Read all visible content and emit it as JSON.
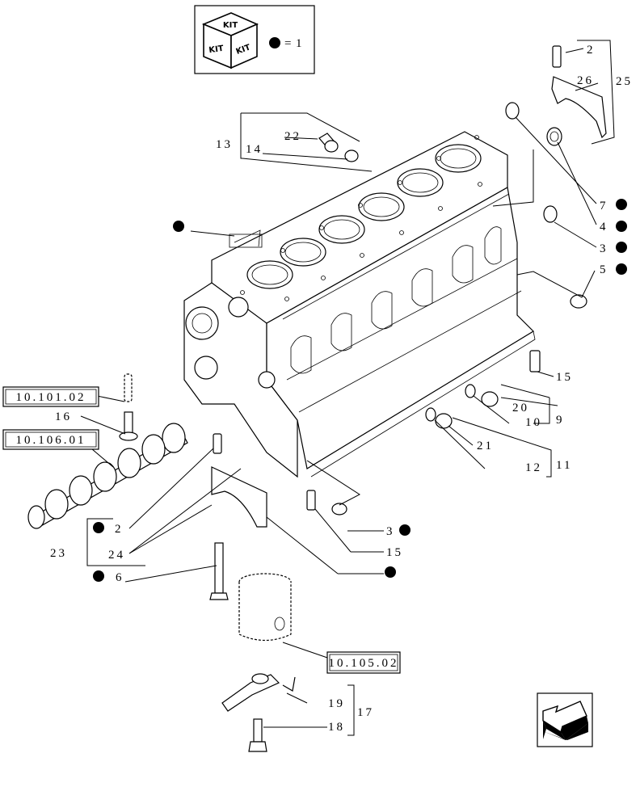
{
  "kit_legend": {
    "icon_text": "KIT",
    "equals_text": "=",
    "number": "1"
  },
  "reference_boxes": [
    "10.101.02",
    "10.106.01",
    "10.105.02"
  ],
  "callouts": {
    "c2_top": "2",
    "c26": "26",
    "c25": "25",
    "c22": "22",
    "c13": "13",
    "c14": "14",
    "c7": "7",
    "c4": "4",
    "c3_right": "3",
    "c5": "5",
    "c15_right": "15",
    "c20": "20",
    "c10": "10",
    "c9": "9",
    "c21": "21",
    "c12": "12",
    "c11": "11",
    "c16": "16",
    "c2_left": "2",
    "c24": "24",
    "c23": "23",
    "c6": "6",
    "c3_bottom": "3",
    "c15_bottom": "15",
    "c19": "19",
    "c18": "18",
    "c17": "17"
  },
  "nav": {
    "icon": "arrow-left-down-icon"
  }
}
